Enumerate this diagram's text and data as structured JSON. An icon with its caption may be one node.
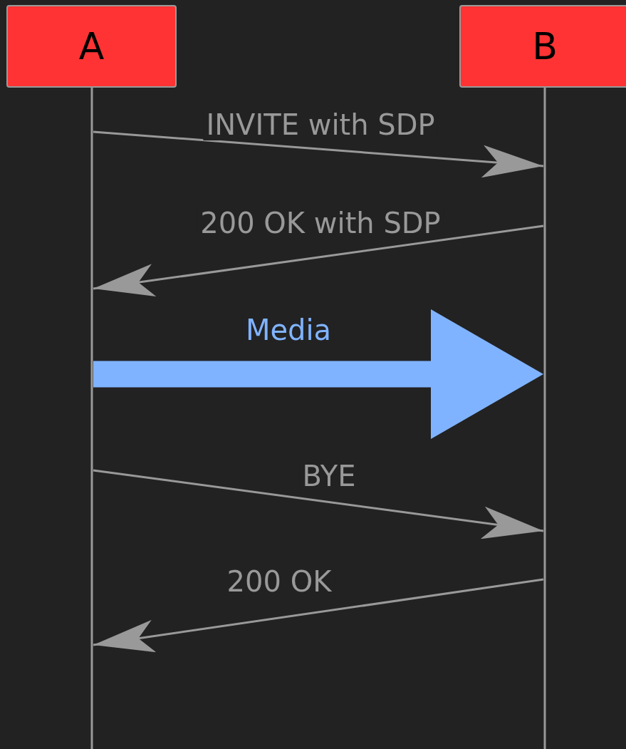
{
  "diagram": {
    "nodes": [
      {
        "text": [
          "A"
        ]
      },
      {
        "text": [
          "B"
        ]
      }
    ],
    "edges": [
      {
        "from": 0,
        "to": 1,
        "arrow": "to",
        "label": "INVITE with SDP"
      },
      {
        "from": 1,
        "to": 0,
        "arrow": "to",
        "label": "200 OK with SDP"
      },
      {
        "from": 0,
        "to": 1,
        "arrow": "to",
        "label": "Media",
        "style": "thick",
        "color": "#80b3ff"
      },
      {
        "from": 0,
        "to": 1,
        "arrow": "to",
        "label": "BYE"
      },
      {
        "from": 1,
        "to": 0,
        "arrow": "to",
        "label": "200 OK"
      }
    ]
  }
}
